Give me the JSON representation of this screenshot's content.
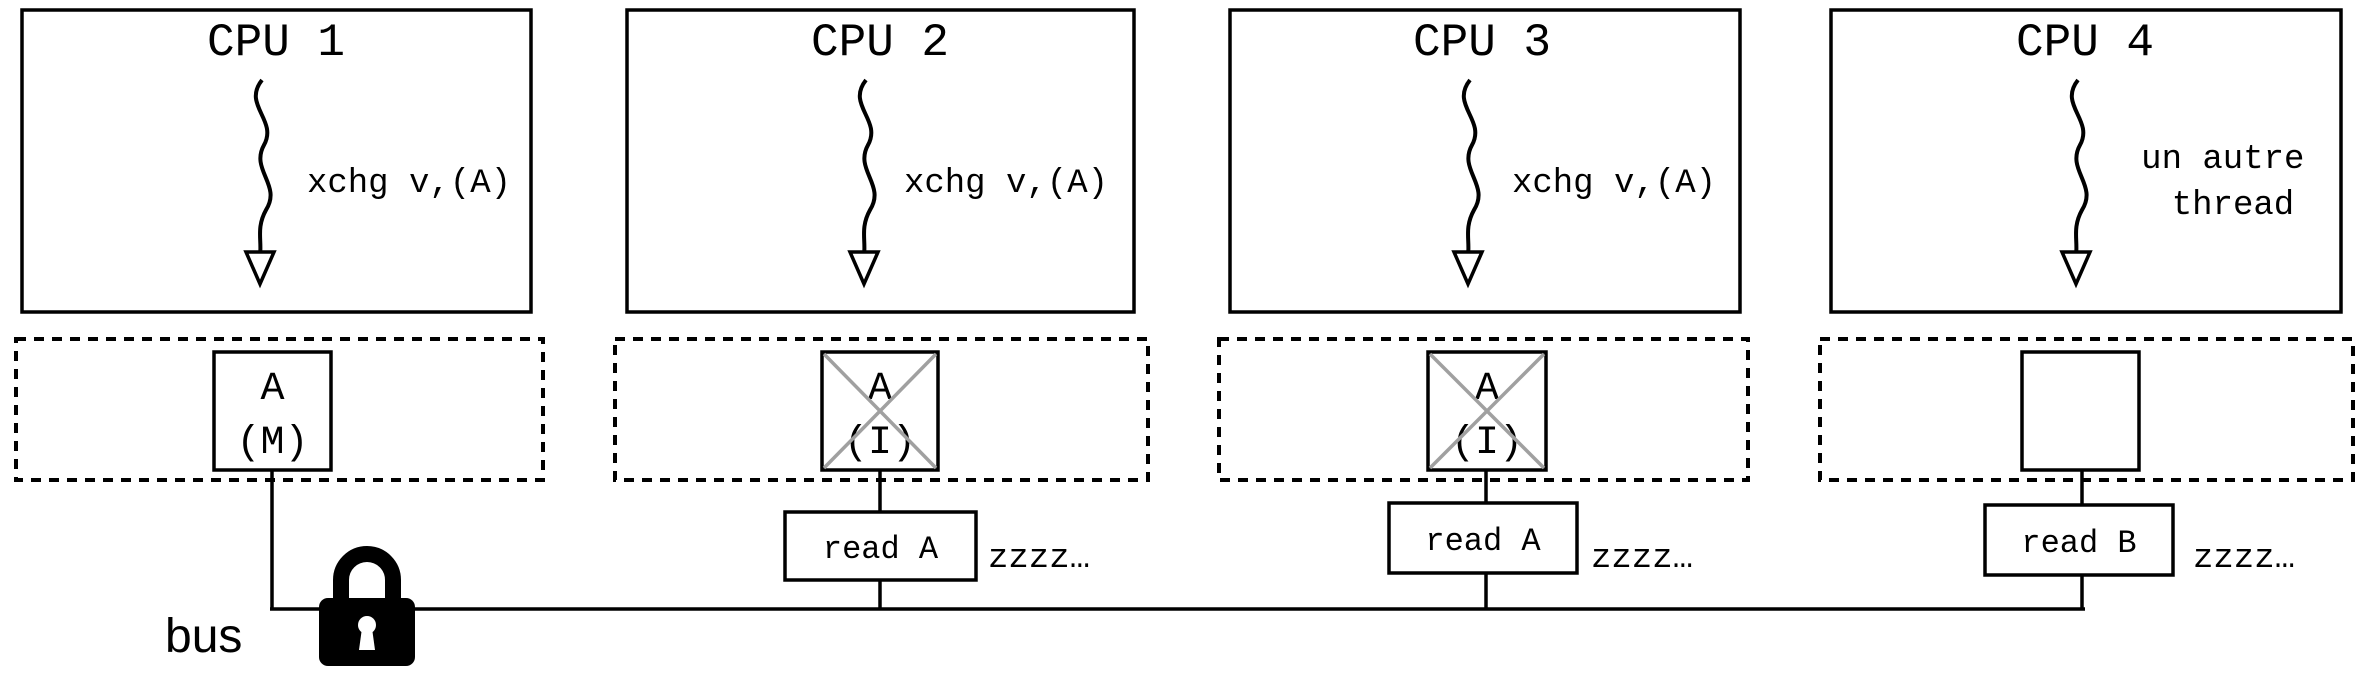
{
  "colors": {
    "ink": "#000000",
    "invalid_cross": "#a0a0a0",
    "background": "#ffffff"
  },
  "bus": {
    "label": "bus",
    "lock_icon": "padlock-icon"
  },
  "cpus": [
    {
      "title": "CPU 1",
      "action_lines": [
        "xchg v,(A)"
      ],
      "cache": {
        "addr": "A",
        "state": "(M)",
        "invalid": false
      },
      "request": null,
      "wait": null
    },
    {
      "title": "CPU 2",
      "action_lines": [
        "xchg v,(A)"
      ],
      "cache": {
        "addr": "A",
        "state": "(I)",
        "invalid": true
      },
      "request": "read A",
      "wait": "zzzz…"
    },
    {
      "title": "CPU 3",
      "action_lines": [
        "xchg v,(A)"
      ],
      "cache": {
        "addr": "A",
        "state": "(I)",
        "invalid": true
      },
      "request": "read A",
      "wait": "zzzz…"
    },
    {
      "title": "CPU 4",
      "action_lines": [
        "un autre",
        "thread"
      ],
      "cache": {
        "addr": "",
        "state": "",
        "invalid": false
      },
      "request": "read B",
      "wait": "zzzz…"
    }
  ]
}
